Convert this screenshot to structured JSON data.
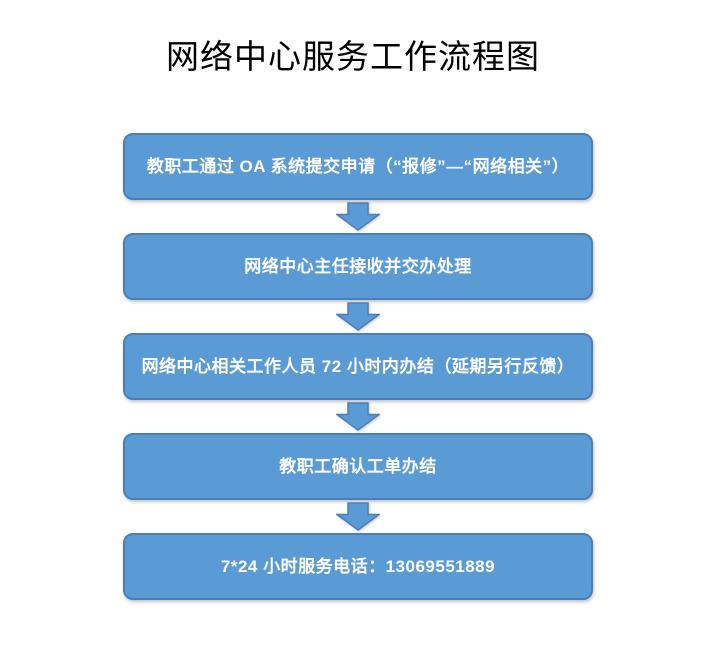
{
  "title": "网络中心服务工作流程图",
  "flowchart": {
    "connector": "down-block-arrow",
    "steps": [
      {
        "label": "教职工通过 OA 系统提交申请（“报修”—“网络相关”）"
      },
      {
        "label": "网络中心主任接收并交办处理"
      },
      {
        "label": "网络中心相关工作人员 72 小时内办结（延期另行反馈）"
      },
      {
        "label": "教职工确认工单办结"
      },
      {
        "label": "7*24 小时服务电话：13069551889"
      }
    ]
  },
  "colors": {
    "background": "#ffffff",
    "title_text": "#000000",
    "box_fill": "#5b9bd5",
    "box_border": "#4a7ebb",
    "box_text": "#ffffff",
    "arrow_fill": "#5b9bd5",
    "arrow_border": "#4a7ebb"
  }
}
